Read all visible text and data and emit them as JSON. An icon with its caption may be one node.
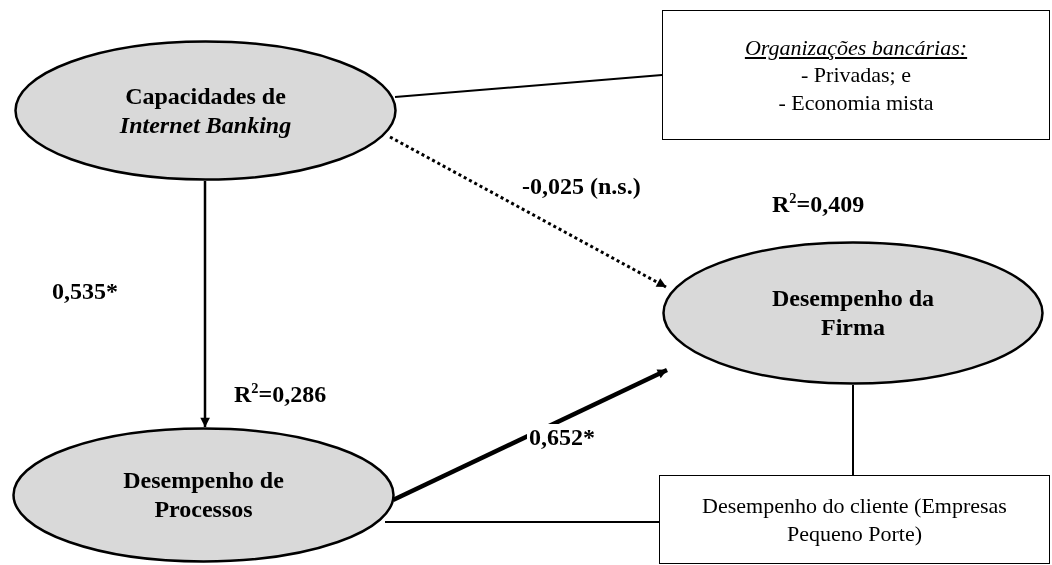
{
  "diagram": {
    "nodes": [
      {
        "text": [
          "Capacidades de *Internet Banking*"
        ]
      },
      {
        "text": [
          "Organizações bancárias:",
          "- Privadas; e",
          "- Economia mista"
        ]
      },
      {
        "text": [
          "Desempenho da Firma"
        ]
      },
      {
        "text": [
          "Desempenho de Processos"
        ]
      },
      {
        "text": [
          "Desempenho do cliente (Empresas Pequeno Porte)"
        ]
      }
    ],
    "edges": [
      {
        "from": 0,
        "to": 1,
        "arrow": "none"
      },
      {
        "from": 0,
        "to": 2,
        "arrow": "to",
        "label": "-0,025 (n.s.)",
        "style": "dashed"
      },
      {
        "from": 0,
        "to": 3,
        "arrow": "to",
        "label": "0,535*"
      },
      {
        "from": 3,
        "to": 2,
        "arrow": "to",
        "label": "0,652*",
        "style": "thick"
      },
      {
        "from": 2,
        "to": 4,
        "arrow": "none"
      },
      {
        "from": 3,
        "to": 4,
        "arrow": "none"
      }
    ],
    "labels": [
      "R$^{2}$=0,409",
      "R$^{2}$=0,286"
    ]
  }
}
